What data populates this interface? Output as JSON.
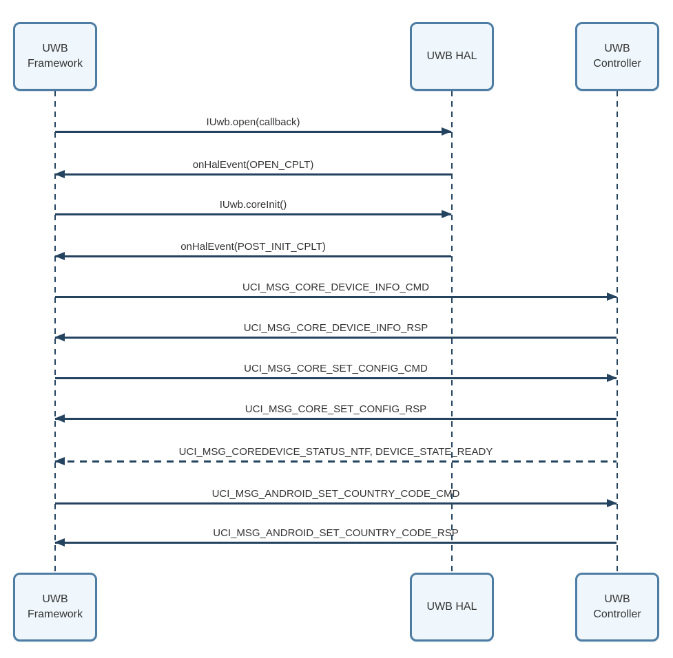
{
  "diagram": {
    "type": "uml-sequence",
    "actors": [
      {
        "label": "UWB Framework"
      },
      {
        "label": "UWB HAL"
      },
      {
        "label": "UWB Controller"
      }
    ],
    "messages": [
      {
        "label": "IUwb.open(callback)",
        "from": "UWB Framework",
        "to": "UWB HAL",
        "line": "solid"
      },
      {
        "label": "onHalEvent(OPEN_CPLT)",
        "from": "UWB HAL",
        "to": "UWB Framework",
        "line": "solid"
      },
      {
        "label": "IUwb.coreInit()",
        "from": "UWB Framework",
        "to": "UWB HAL",
        "line": "solid"
      },
      {
        "label": "onHalEvent(POST_INIT_CPLT)",
        "from": "UWB HAL",
        "to": "UWB Framework",
        "line": "solid"
      },
      {
        "label": "UCI_MSG_CORE_DEVICE_INFO_CMD",
        "from": "UWB Framework",
        "to": "UWB Controller",
        "line": "solid"
      },
      {
        "label": "UCI_MSG_CORE_DEVICE_INFO_RSP",
        "from": "UWB Controller",
        "to": "UWB Framework",
        "line": "solid"
      },
      {
        "label": "UCI_MSG_CORE_SET_CONFIG_CMD",
        "from": "UWB Framework",
        "to": "UWB Controller",
        "line": "solid"
      },
      {
        "label": "UCI_MSG_CORE_SET_CONFIG_RSP",
        "from": "UWB Controller",
        "to": "UWB Framework",
        "line": "solid"
      },
      {
        "label": "UCI_MSG_COREDEVICE_STATUS_NTF, DEVICE_STATE_READY",
        "from": "UWB Controller",
        "to": "UWB Framework",
        "line": "dashed"
      },
      {
        "label": "UCI_MSG_ANDROID_SET_COUNTRY_CODE_CMD",
        "from": "UWB Framework",
        "to": "UWB Controller",
        "line": "solid"
      },
      {
        "label": "UCI_MSG_ANDROID_SET_COUNTRY_CODE_RSP",
        "from": "UWB Controller",
        "to": "UWB Framework",
        "line": "solid"
      }
    ],
    "colors": {
      "line": "#24435f",
      "actor_fill": "#eff7fc",
      "actor_border": "#4e7da4",
      "text": "#333333",
      "background": "#ffffff"
    }
  }
}
